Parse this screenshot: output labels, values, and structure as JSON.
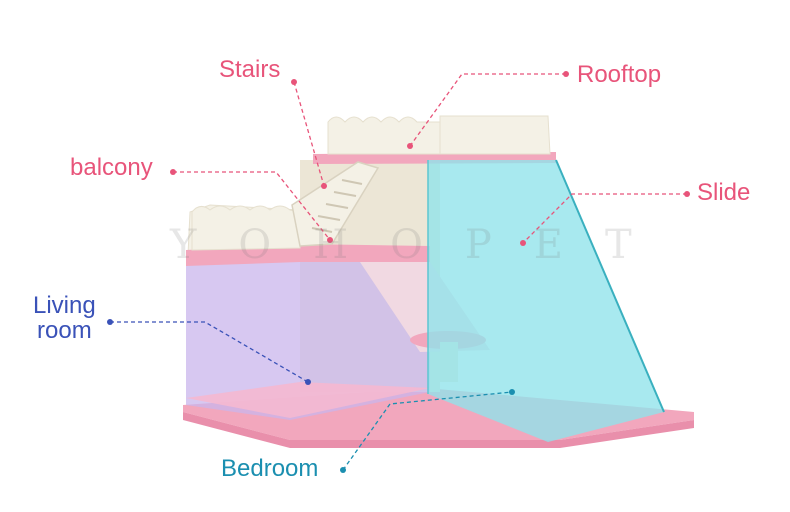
{
  "labels": {
    "stairs": "Stairs",
    "rooftop": "Rooftop",
    "balcony": "balcony",
    "slide": "Slide",
    "living_room_line1": "Living",
    "living_room_line2": "room",
    "bedroom": "Bedroom"
  },
  "watermark": "YOHOPET",
  "colors": {
    "label_pink": "#e8547a",
    "label_blue": "#3a52b8",
    "label_teal": "#1b8fb0",
    "floor_pink": "#f2a7bd",
    "wall_cream": "#f4f1e6",
    "slide_aqua": "#8fe3ea",
    "glass_violet": "#c9b6ec"
  }
}
